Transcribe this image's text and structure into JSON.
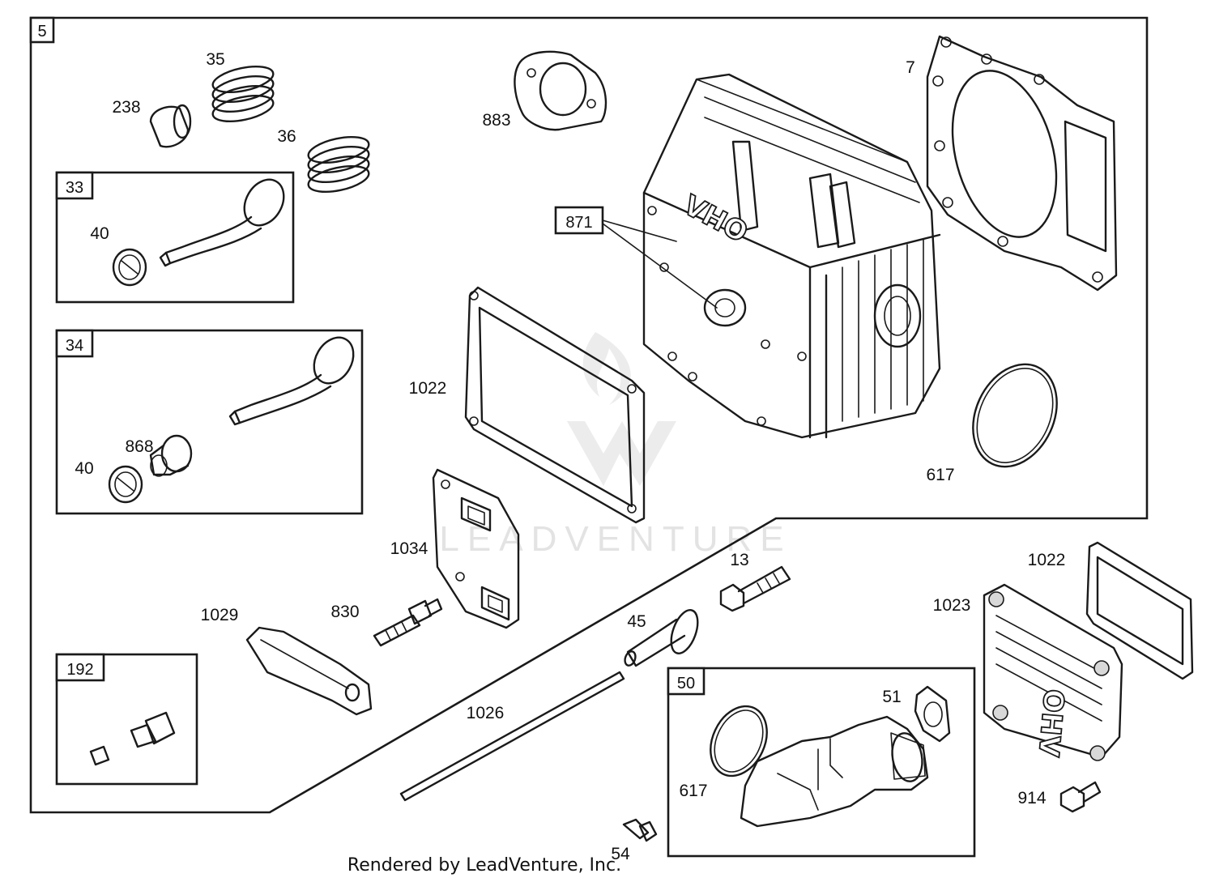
{
  "title": "",
  "watermark": "LEADVENTURE",
  "footer": "Rendered by LeadVenture, Inc.",
  "cover_text": "OHV",
  "colors": {
    "line": "#1a1a1a",
    "background": "#ffffff",
    "watermark": "#e3e3e3"
  },
  "group_tags": {
    "g5": "5",
    "g33": "33",
    "g34": "34",
    "g192": "192",
    "g50": "50",
    "g871": "871"
  },
  "labels": {
    "p35": "35",
    "p238": "238",
    "p36": "36",
    "p40a": "40",
    "p868": "868",
    "p40b": "40",
    "p883": "883",
    "p7": "7",
    "p1022a": "1022",
    "p617a": "617",
    "p1034": "1034",
    "p13": "13",
    "p1029": "1029",
    "p830": "830",
    "p45": "45",
    "p1022b": "1022",
    "p1023": "1023",
    "p1026": "1026",
    "p51": "51",
    "p617b": "617",
    "p914": "914",
    "p54": "54"
  }
}
